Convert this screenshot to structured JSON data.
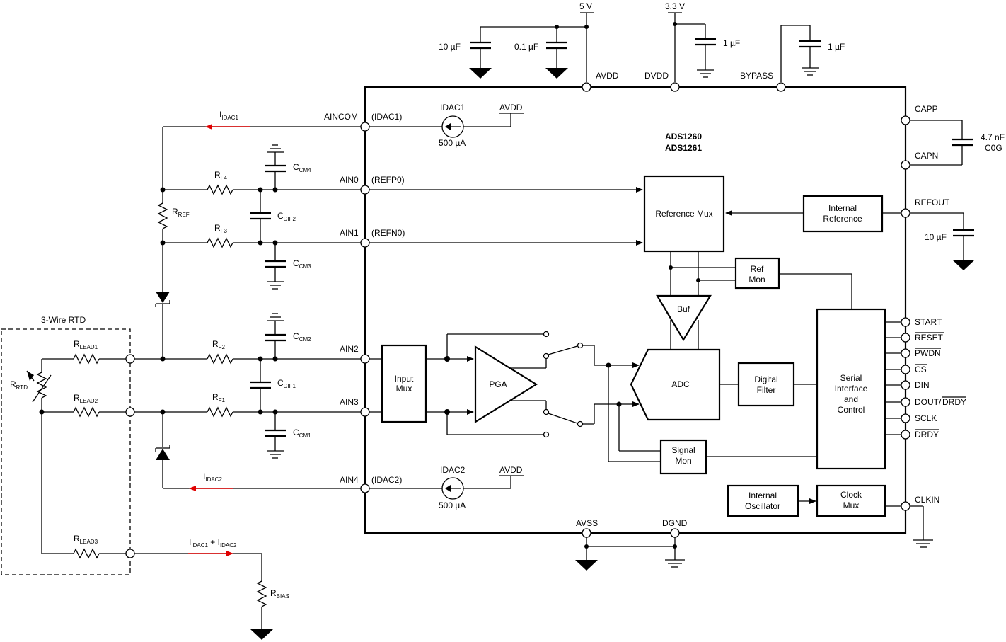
{
  "chip": {
    "name1": "ADS1260",
    "name2": "ADS1261"
  },
  "supplies": {
    "v5": "5 V",
    "v33": "3.3 V",
    "cap_10u": "10 µF",
    "cap_01u": "0.1 µF",
    "cap_1u_dvdd": "1 µF",
    "cap_1u_bypass": "1 µF",
    "avdd": "AVDD",
    "dvdd": "DVDD",
    "bypass": "BYPASS"
  },
  "left_pins": {
    "aincom": "AINCOM",
    "ain0": "AIN0",
    "ain1": "AIN1",
    "ain2": "AIN2",
    "ain3": "AIN3",
    "ain4": "AIN4",
    "idac1_fn": "(IDAC1)",
    "refp0": "(REFP0)",
    "refn0": "(REFN0)",
    "idac2_fn": "(IDAC2)"
  },
  "idac": {
    "idac1": "IDAC1",
    "idac1_val": "500 µA",
    "idac1_avdd": "AVDD",
    "idac2": "IDAC2",
    "idac2_val": "500 µA",
    "idac2_avdd": "AVDD"
  },
  "right_pins": {
    "capp": "CAPP",
    "capn": "CAPN",
    "cap_val1": "4.7 nF",
    "cap_val2": "C0G",
    "refout": "REFOUT",
    "refout_cap": "10 µF",
    "start": "START",
    "reset": "RESET",
    "pwdn": "PWDN",
    "cs": "CS",
    "din": "DIN",
    "dout": "DOUT/",
    "dout_drdy": "DRDY",
    "sclk": "SCLK",
    "drdy": "DRDY",
    "clkin": "CLKIN"
  },
  "bottom_pins": {
    "avss": "AVSS",
    "dgnd": "DGND"
  },
  "blocks": {
    "refmux": "Reference Mux",
    "intref1": "Internal",
    "intref2": "Reference",
    "refmon1": "Ref",
    "refmon2": "Mon",
    "buf": "Buf",
    "inmux1": "Input",
    "inmux2": "Mux",
    "pga": "PGA",
    "adc": "ADC",
    "dfilt1": "Digital",
    "dfilt2": "Filter",
    "serial1": "Serial",
    "serial2": "Interface",
    "serial3": "and",
    "serial4": "Control",
    "sigmon1": "Signal",
    "sigmon2": "Mon",
    "osc1": "Internal",
    "osc2": "Oscillator",
    "clkmux1": "Clock",
    "clkmux2": "Mux"
  },
  "external": {
    "rtd_title": "3-Wire RTD",
    "rlead": "R",
    "rlead1_sub": "LEAD1",
    "rlead2_sub": "LEAD2",
    "rlead3_sub": "LEAD3",
    "rrtd": "R",
    "rrtd_sub": "RTD",
    "rref": "R",
    "rref_sub": "REF",
    "rf": "R",
    "rf4_sub": "F4",
    "rf3_sub": "F3",
    "rf2_sub": "F2",
    "rf1_sub": "F1",
    "c": "C",
    "ccm4_sub": "CM4",
    "ccm3_sub": "CM3",
    "ccm2_sub": "CM2",
    "ccm1_sub": "CM1",
    "cdif2_sub": "DIF2",
    "cdif1_sub": "DIF1",
    "i": "I",
    "idac1_sub": "IDAC1",
    "idac2_sub": "IDAC2",
    "plus": " + ",
    "rbias": "R",
    "rbias_sub": "BIAS"
  },
  "colors": {
    "current_arrow": "#e00000",
    "line": "#000000"
  }
}
